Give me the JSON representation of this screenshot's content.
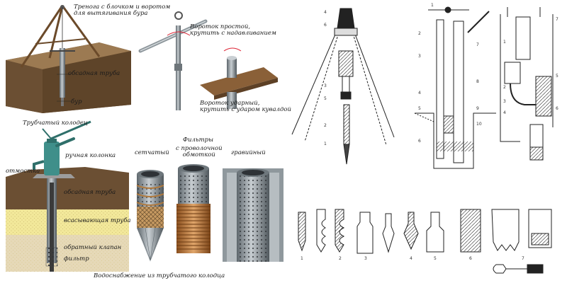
{
  "left_panel": {
    "labels": {
      "tripod": "Тренога с блочком и воротом\nдля вытягивания бура",
      "casing_top": "обсадная труба",
      "drill": "бур",
      "collar_simple": "Вороток простой,\nкрутить с надавливанием",
      "collar_impact": "Вороток ударный,\nкрутить с ударом кувалдой",
      "tube_well": "Трубчатый колодец",
      "hand_pump": "ручная колонка",
      "apron": "отмостка",
      "casing_bottom": "обсадная труба",
      "suction_pipe": "всасывающая труба",
      "check_valve": "обратный клапан",
      "filter": "фильтр",
      "filters_title": "Фильтры",
      "filter_mesh": "сетчатый",
      "filter_wire": "с проволочной\nобмоткой",
      "filter_gravel": "гравийный",
      "caption": "Водоснабжение из трубчатого колодца"
    },
    "colors": {
      "soil": "#6b4f33",
      "sand": "#f2e89a",
      "aquifer": "#e6d9b8",
      "pipe": "#8a939a",
      "pump": "#3f8f8a",
      "copper": "#b87438"
    }
  },
  "right_panel": {
    "fig_markers": {
      "a": [
        "4",
        "6",
        "3",
        "5",
        "2",
        "1"
      ],
      "b": [
        "1",
        "2",
        "3",
        "4",
        "5",
        "6",
        "7",
        "8",
        "9",
        "10"
      ],
      "c": [
        "1",
        "2",
        "3",
        "4",
        "5",
        "6",
        "7"
      ],
      "bottom": [
        "1",
        "2",
        "3",
        "4",
        "5",
        "6",
        "7"
      ]
    }
  }
}
